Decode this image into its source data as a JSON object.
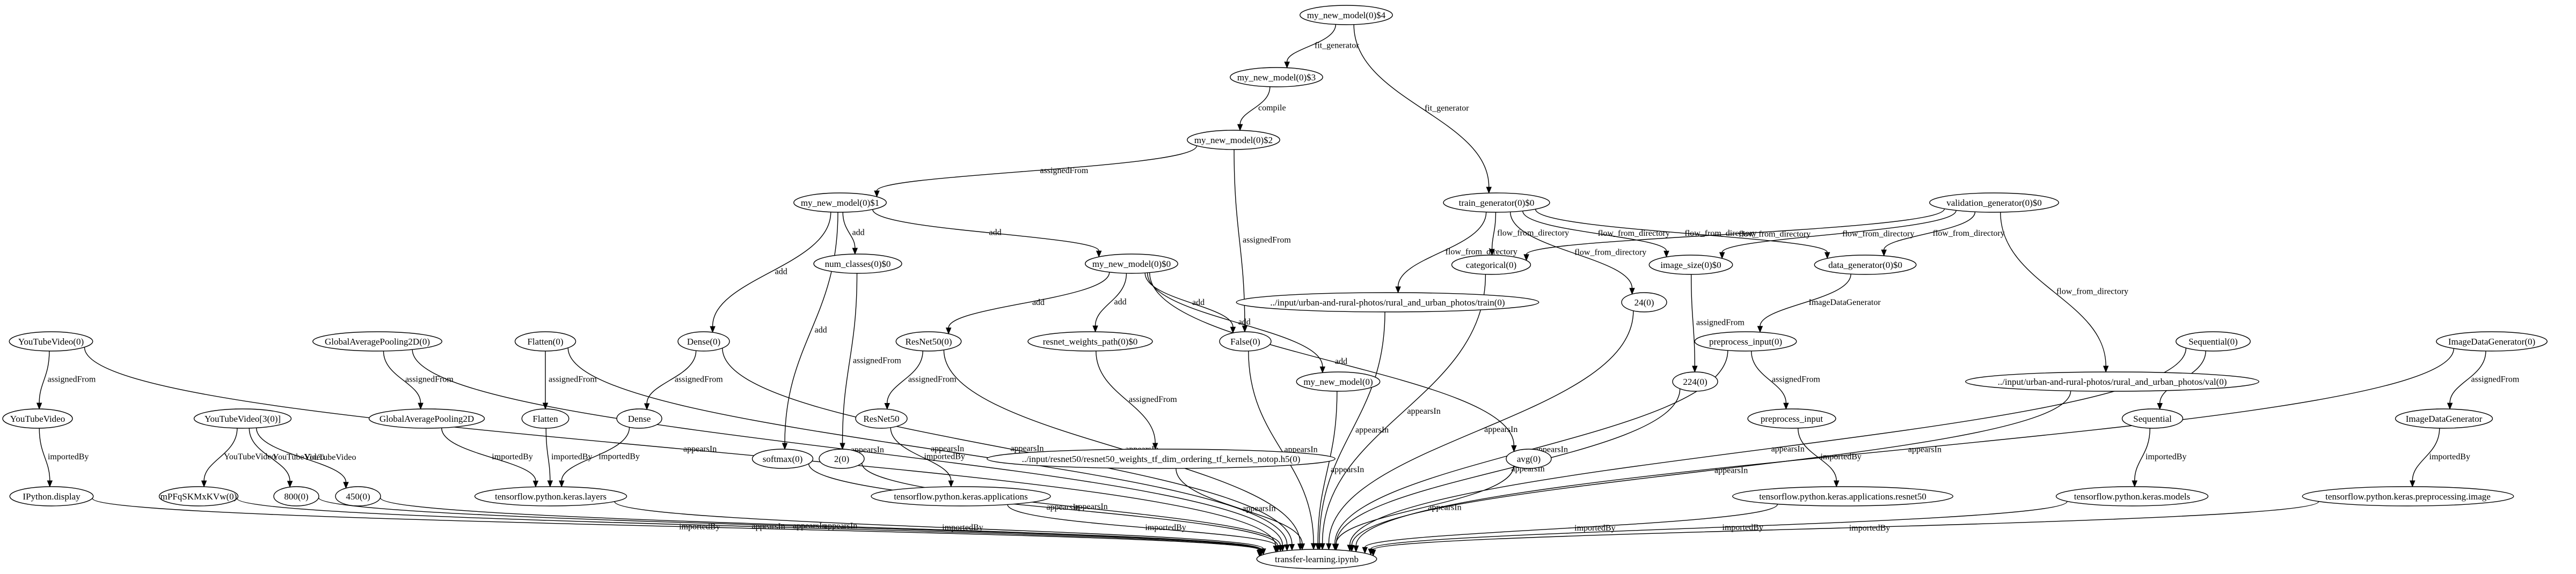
{
  "graph": {
    "nodes": [
      {
        "id": "m4",
        "label": "my_new_model(0)$4"
      },
      {
        "id": "m3",
        "label": "my_new_model(0)$3"
      },
      {
        "id": "m2",
        "label": "my_new_model(0)$2"
      },
      {
        "id": "m1",
        "label": "my_new_model(0)$1"
      },
      {
        "id": "m0",
        "label": "my_new_model(0)$0"
      },
      {
        "id": "mm",
        "label": "my_new_model(0)"
      },
      {
        "id": "tg",
        "label": "train_generator(0)$0"
      },
      {
        "id": "vg",
        "label": "validation_generator(0)$0"
      },
      {
        "id": "cat",
        "label": "categorical(0)"
      },
      {
        "id": "isz",
        "label": "image_size(0)$0"
      },
      {
        "id": "dg",
        "label": "data_generator(0)$0"
      },
      {
        "id": "n24",
        "label": "24(0)"
      },
      {
        "id": "trainp",
        "label": "../input/urban-and-rural-photos/rural_and_urban_photos/train(0)"
      },
      {
        "id": "valp",
        "label": "../input/urban-and-rural-photos/rural_and_urban_photos/val(0)"
      },
      {
        "id": "n224",
        "label": "224(0)"
      },
      {
        "id": "ppi",
        "label": "preprocess_input(0)"
      },
      {
        "id": "pp",
        "label": "preprocess_input"
      },
      {
        "id": "tkar",
        "label": "tensorflow.python.keras.applications.resnet50"
      },
      {
        "id": "nc",
        "label": "num_classes(0)$0"
      },
      {
        "id": "n2",
        "label": "2(0)"
      },
      {
        "id": "dense0",
        "label": "Dense(0)"
      },
      {
        "id": "dense",
        "label": "Dense"
      },
      {
        "id": "softmax",
        "label": "softmax(0)"
      },
      {
        "id": "r50_0",
        "label": "ResNet50(0)"
      },
      {
        "id": "r50",
        "label": "ResNet50"
      },
      {
        "id": "rwp",
        "label": "resnet_weights_path(0)$0"
      },
      {
        "id": "rpath",
        "label": "../input/resnet50/resnet50_weights_tf_dim_ordering_tf_kernels_notop.h5(0)"
      },
      {
        "id": "false",
        "label": "False(0)"
      },
      {
        "id": "avg",
        "label": "avg(0)"
      },
      {
        "id": "tka",
        "label": "tensorflow.python.keras.applications"
      },
      {
        "id": "tkl",
        "label": "tensorflow.python.keras.layers"
      },
      {
        "id": "yt0",
        "label": "YouTubeVideo(0)"
      },
      {
        "id": "yt",
        "label": "YouTubeVideo"
      },
      {
        "id": "ipd",
        "label": "IPython.display"
      },
      {
        "id": "yt30",
        "label": "YouTubeVideo[3(0)]"
      },
      {
        "id": "mpf",
        "label": "mPFqSKMxKVw(0)"
      },
      {
        "id": "n800",
        "label": "800(0)"
      },
      {
        "id": "n450",
        "label": "450(0)"
      },
      {
        "id": "gap0",
        "label": "GlobalAveragePooling2D(0)"
      },
      {
        "id": "gap",
        "label": "GlobalAveragePooling2D"
      },
      {
        "id": "flat0",
        "label": "Flatten(0)"
      },
      {
        "id": "flat",
        "label": "Flatten"
      },
      {
        "id": "seq0",
        "label": "Sequential(0)"
      },
      {
        "id": "seq",
        "label": "Sequential"
      },
      {
        "id": "tkm",
        "label": "tensorflow.python.keras.models"
      },
      {
        "id": "idg0",
        "label": "ImageDataGenerator(0)"
      },
      {
        "id": "idg",
        "label": "ImageDataGenerator"
      },
      {
        "id": "tkpi",
        "label": "tensorflow.python.keras.preprocessing.image"
      },
      {
        "id": "tl",
        "label": "transfer-learning.ipynb"
      }
    ],
    "edges": [
      {
        "from": "m4",
        "to": "m3",
        "label": "fit_generator"
      },
      {
        "from": "m4",
        "to": "tg",
        "label": "fit_generator"
      },
      {
        "from": "m3",
        "to": "m2",
        "label": "compile"
      },
      {
        "from": "m2",
        "to": "m1",
        "label": "assignedFrom"
      },
      {
        "from": "m2",
        "to": "false",
        "label": "assignedFrom"
      },
      {
        "from": "m1",
        "to": "nc",
        "label": "add"
      },
      {
        "from": "m1",
        "to": "m0",
        "label": "add"
      },
      {
        "from": "m1",
        "to": "dense0",
        "label": "add"
      },
      {
        "from": "m1",
        "to": "softmax",
        "label": "add"
      },
      {
        "from": "m0",
        "to": "r50_0",
        "label": "add"
      },
      {
        "from": "m0",
        "to": "rwp",
        "label": "add"
      },
      {
        "from": "m0",
        "to": "false",
        "label": "add"
      },
      {
        "from": "m0",
        "to": "mm",
        "label": "add"
      },
      {
        "from": "m0",
        "to": "avg",
        "label": "add"
      },
      {
        "from": "tg",
        "to": "trainp",
        "label": "flow_from_directory"
      },
      {
        "from": "tg",
        "to": "cat",
        "label": "flow_from_directory"
      },
      {
        "from": "tg",
        "to": "n24",
        "label": "flow_from_directory"
      },
      {
        "from": "tg",
        "to": "isz",
        "label": "flow_from_directory"
      },
      {
        "from": "tg",
        "to": "dg",
        "label": "flow_from_directory"
      },
      {
        "from": "vg",
        "to": "cat",
        "label": "flow_from_directory"
      },
      {
        "from": "vg",
        "to": "isz",
        "label": "flow_from_directory"
      },
      {
        "from": "vg",
        "to": "dg",
        "label": "flow_from_directory"
      },
      {
        "from": "vg",
        "to": "valp",
        "label": "flow_from_directory"
      },
      {
        "from": "isz",
        "to": "n224",
        "label": "assignedFrom"
      },
      {
        "from": "dg",
        "to": "ppi",
        "label": "ImageDataGenerator"
      },
      {
        "from": "ppi",
        "to": "pp",
        "label": "assignedFrom"
      },
      {
        "from": "pp",
        "to": "tkar",
        "label": "importedBy"
      },
      {
        "from": "nc",
        "to": "n2",
        "label": "assignedFrom"
      },
      {
        "from": "dense0",
        "to": "dense",
        "label": "assignedFrom"
      },
      {
        "from": "dense",
        "to": "tkl",
        "label": "importedBy"
      },
      {
        "from": "r50_0",
        "to": "r50",
        "label": "assignedFrom"
      },
      {
        "from": "r50",
        "to": "tka",
        "label": "importedBy"
      },
      {
        "from": "rwp",
        "to": "rpath",
        "label": "assignedFrom"
      },
      {
        "from": "yt0",
        "to": "yt",
        "label": "assignedFrom"
      },
      {
        "from": "yt",
        "to": "ipd",
        "label": "importedBy"
      },
      {
        "from": "yt30",
        "to": "mpf",
        "label": "YouTubeVideo"
      },
      {
        "from": "yt30",
        "to": "n800",
        "label": "YouTubeVideo"
      },
      {
        "from": "yt30",
        "to": "n450",
        "label": "YouTubeVideo"
      },
      {
        "from": "gap0",
        "to": "gap",
        "label": "assignedFrom"
      },
      {
        "from": "gap",
        "to": "tkl",
        "label": "importedBy"
      },
      {
        "from": "flat0",
        "to": "flat",
        "label": "assignedFrom"
      },
      {
        "from": "flat",
        "to": "tkl",
        "label": "importedBy"
      },
      {
        "from": "seq0",
        "to": "seq",
        "label": "assignedFrom"
      },
      {
        "from": "seq",
        "to": "tkm",
        "label": "importedBy"
      },
      {
        "from": "idg0",
        "to": "idg",
        "label": "assignedFrom"
      },
      {
        "from": "idg",
        "to": "tkpi",
        "label": "importedBy"
      },
      {
        "from": "ipd",
        "to": "tl",
        "label": "importedBy"
      },
      {
        "from": "mpf",
        "to": "tl",
        "label": "appearsIn"
      },
      {
        "from": "n800",
        "to": "tl",
        "label": "appearsIn"
      },
      {
        "from": "n450",
        "to": "tl",
        "label": "appearsIn"
      },
      {
        "from": "tkl",
        "to": "tl",
        "label": "importedBy"
      },
      {
        "from": "softmax",
        "to": "tl",
        "label": "appearsIn"
      },
      {
        "from": "n2",
        "to": "tl",
        "label": "appearsIn"
      },
      {
        "from": "tka",
        "to": "tl",
        "label": "importedBy"
      },
      {
        "from": "rpath",
        "to": "tl",
        "label": "appearsIn"
      },
      {
        "from": "mm",
        "to": "tl",
        "label": "appearsIn"
      },
      {
        "from": "false",
        "to": "tl",
        "label": "appearsIn"
      },
      {
        "from": "avg",
        "to": "tl",
        "label": "appearsIn"
      },
      {
        "from": "trainp",
        "to": "tl",
        "label": "appearsIn"
      },
      {
        "from": "cat",
        "to": "tl",
        "label": "appearsIn"
      },
      {
        "from": "n24",
        "to": "tl",
        "label": "appearsIn"
      },
      {
        "from": "n224",
        "to": "tl",
        "label": "appearsIn"
      },
      {
        "from": "ppi",
        "to": "tl",
        "label": "appearsIn"
      },
      {
        "from": "tkar",
        "to": "tl",
        "label": "importedBy"
      },
      {
        "from": "valp",
        "to": "tl",
        "label": "appearsIn"
      },
      {
        "from": "seq0",
        "to": "tl",
        "label": "appearsIn"
      },
      {
        "from": "tkm",
        "to": "tl",
        "label": "importedBy"
      },
      {
        "from": "tkpi",
        "to": "tl",
        "label": "importedBy"
      },
      {
        "from": "idg0",
        "to": "tl",
        "label": "appearsIn"
      },
      {
        "from": "yt0",
        "to": "tl",
        "label": "appearsIn"
      },
      {
        "from": "gap0",
        "to": "tl",
        "label": "appearsIn"
      },
      {
        "from": "flat0",
        "to": "tl",
        "label": "appearsIn"
      },
      {
        "from": "dense0",
        "to": "tl",
        "label": "appearsIn"
      },
      {
        "from": "r50_0",
        "to": "tl",
        "label": "appearsIn"
      }
    ]
  }
}
